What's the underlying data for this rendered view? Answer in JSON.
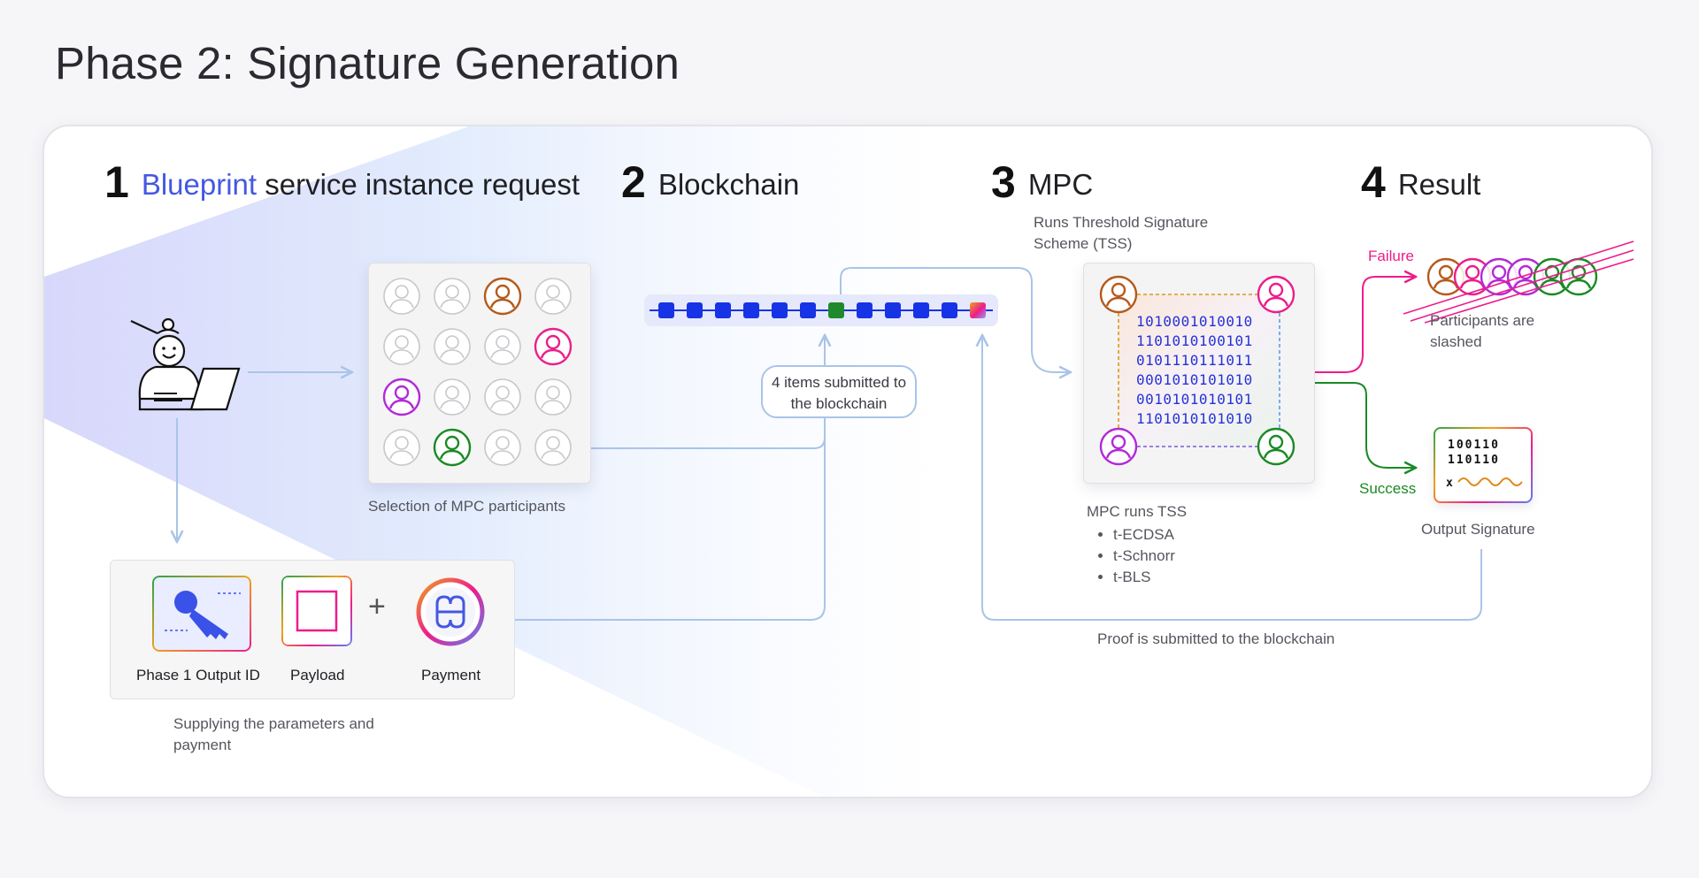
{
  "page": {
    "title": "Phase 2: Signature Generation"
  },
  "steps": [
    {
      "number": "1",
      "accent": "Blueprint",
      "label": "service instance request"
    },
    {
      "number": "2",
      "label": "Blockchain"
    },
    {
      "number": "3",
      "label": "MPC",
      "subtitle": "Runs Threshold Signature Scheme (TSS)"
    },
    {
      "number": "4",
      "label": "Result"
    }
  ],
  "participants": {
    "caption": "Selection of MPC participants",
    "grid_states": [
      [
        "gray",
        "gray",
        "brown",
        "gray"
      ],
      [
        "gray",
        "gray",
        "gray",
        "pink"
      ],
      [
        "purple",
        "gray",
        "gray",
        "gray"
      ],
      [
        "gray",
        "green",
        "gray",
        "gray"
      ]
    ]
  },
  "blockchain": {
    "callout": "4 items submitted to the blockchain",
    "blocks": [
      "blue",
      "blue",
      "blue",
      "blue",
      "blue",
      "blue",
      "green",
      "blue",
      "blue",
      "blue",
      "blue",
      "gradient"
    ]
  },
  "mpc": {
    "binary_lines": [
      "1010001010010",
      "1101010100101",
      "0101110111011",
      "0001010101010",
      "0010101010101",
      "1101010101010"
    ],
    "runs_label": "MPC runs TSS",
    "schemes": [
      "t-ECDSA",
      "t-Schnorr",
      "t-BLS"
    ],
    "corner_colors": [
      "brown",
      "pink",
      "purple",
      "green"
    ]
  },
  "result": {
    "failure_label": "Failure",
    "failure_caption": "Participants are slashed",
    "success_label": "Success",
    "signature_lines": [
      "100110",
      "110110"
    ],
    "signature_caption": "Output Signature",
    "proof_caption": "Proof is submitted to the blockchain"
  },
  "parameters": {
    "items": [
      "Phase 1 Output ID",
      "Payload",
      "Payment"
    ],
    "plus": "+",
    "caption": "Supplying the parameters and payment"
  },
  "colors": {
    "blue_block": "#1733e6",
    "green_block": "#1f8a2c",
    "arrow": "#a9c4e8",
    "failure": "#ee1c8c",
    "success": "#1a8a24",
    "brown": "#b55a1c",
    "pink": "#ea1f8a",
    "purple": "#b22ad6",
    "green": "#1a8a24",
    "gray": "#c7c7cc"
  },
  "icons": [
    "user-at-laptop-icon",
    "person-icon",
    "key-icon",
    "chip-icon",
    "payment-coin-icon"
  ]
}
